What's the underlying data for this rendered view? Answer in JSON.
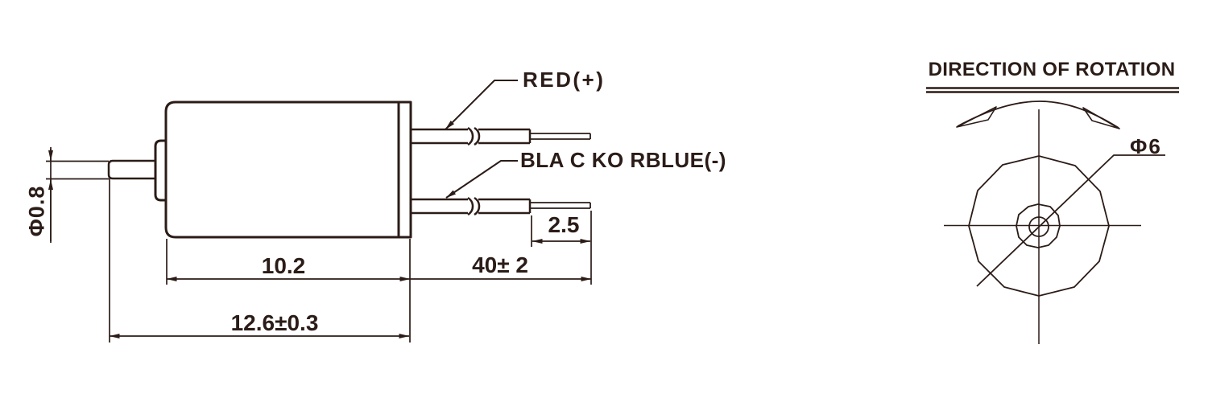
{
  "side_view": {
    "wire_labels": {
      "positive": "RED(+)",
      "negative": "BLA C KO RBLUE(-)"
    },
    "dimensions": {
      "shaft_diameter": "Φ0.8",
      "body_length": "10.2",
      "lead_bare_length": "2.5",
      "lead_length": "40± 2",
      "overall_length": "12.6±0.3"
    }
  },
  "end_view": {
    "title": "DIRECTION OF ROTATION",
    "dimensions": {
      "diameter": "Φ6"
    }
  },
  "colors": {
    "ink": "#2b1c17",
    "background": "#ffffff"
  }
}
